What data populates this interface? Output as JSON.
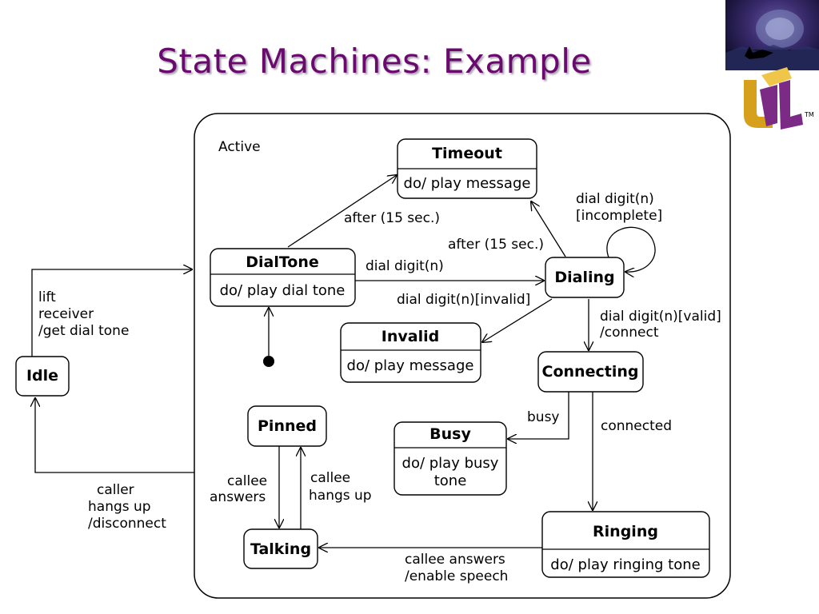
{
  "title": "State Machines: Example",
  "logo": {
    "letters": "UML",
    "trademark": "TM",
    "colors": [
      "#d7a01c",
      "#7b2a86",
      "#efc64a"
    ]
  },
  "corner_image": "space-scene-with-cat-silhouette",
  "diagram": {
    "composite_label": "Active",
    "states": {
      "idle": {
        "name": "Idle"
      },
      "dialtone": {
        "name": "DialTone",
        "activity": "do/ play dial tone"
      },
      "timeout": {
        "name": "Timeout",
        "activity": "do/ play message"
      },
      "dialing": {
        "name": "Dialing"
      },
      "invalid": {
        "name": "Invalid",
        "activity": "do/ play message"
      },
      "connecting": {
        "name": "Connecting"
      },
      "busy": {
        "name": "Busy",
        "activity_lines": [
          "do/ play busy",
          "tone"
        ]
      },
      "pinned": {
        "name": "Pinned"
      },
      "talking": {
        "name": "Talking"
      },
      "ringing": {
        "name": "Ringing",
        "activity": "do/ play ringing tone"
      }
    },
    "transitions": {
      "lift": [
        "lift",
        "receiver",
        "/get dial tone"
      ],
      "dialtone_timeout": "after (15 sec.)",
      "dialing_timeout": "after (15 sec.)",
      "dialtone_dialing": "dial digit(n)",
      "self_loop": [
        "dial digit(n)",
        "[incomplete]"
      ],
      "invalid": "dial digit(n)[invalid]",
      "valid": [
        "dial digit(n)[valid]",
        "/connect"
      ],
      "busy": "busy",
      "connected": "connected",
      "callee_answers": [
        "callee",
        "answers"
      ],
      "callee_hangs_up": [
        "callee",
        "hangs up"
      ],
      "enable_speech": [
        "callee answers",
        "/enable speech"
      ],
      "caller_hangs_up": [
        "caller",
        "hangs up",
        "/disconnect"
      ]
    }
  }
}
